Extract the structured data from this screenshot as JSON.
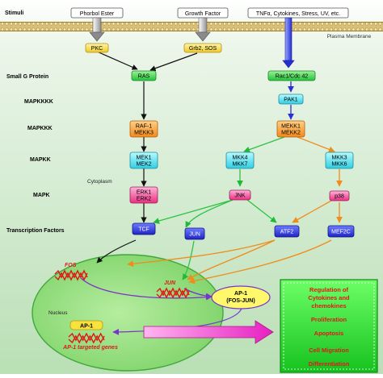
{
  "title": "",
  "membrane_label": "Plasma Membrane",
  "cytoplasm_label": "Cytoplasm",
  "nucleus_label": "Nucleus",
  "rows": {
    "stimuli": "Stimuli",
    "small_g": "Small G Protein",
    "mapkkkk": "MAPKKKK",
    "mapkkk": "MAPKKK",
    "mapkk": "MAPKK",
    "mapk": "MAPK",
    "tf": "Transcription Factors"
  },
  "stimuli": {
    "phorbol": "Phorbol Ester",
    "growth": "Growth Factor",
    "tnf": "TNFα, Cytokines, Stress, UV, etc."
  },
  "nodes": {
    "pkc": [
      "PKC"
    ],
    "grb2": [
      "Grb2, SOS"
    ],
    "ras": [
      "RAS"
    ],
    "rac1": [
      "Rac1/Cdc 42"
    ],
    "pak1": [
      "PAK1"
    ],
    "raf1": [
      "RAF-1",
      "MEKK3"
    ],
    "mekk1": [
      "MEKK1",
      "MEKK2"
    ],
    "mek1": [
      "MEK1",
      "MEK2"
    ],
    "mkk4": [
      "MKK4",
      "MKK7"
    ],
    "mkk3": [
      "MKK3",
      "MKK6"
    ],
    "erk1": [
      "ERK1",
      "ERK2"
    ],
    "jnk": [
      "JNK"
    ],
    "p38": [
      "p38"
    ],
    "tcf": [
      "TCF"
    ],
    "jun": [
      "JUN"
    ],
    "atf2": [
      "ATF2"
    ],
    "mef2c": [
      "MEF2C"
    ]
  },
  "genes": {
    "fos": "FOS",
    "jun": "JUN",
    "ap1": "AP-1",
    "ap1_targets": "AP-1 targeted genes"
  },
  "ap1_complex": [
    "AP-1",
    "(FOS-JUN)"
  ],
  "outcomes": [
    "Regulation of",
    "Cytokines and",
    "chemokines",
    "Proliferation",
    "Apoptosis",
    "Cell Migration",
    "Differentiation"
  ],
  "colors": {
    "background": "#cfe8cc",
    "membrane": "#c8a85a",
    "yellow": "#f7e25a",
    "green": "#36d64b",
    "blue": "#2a2fd8",
    "orange": "#ffa02a",
    "teal": "#52e2f2",
    "pink": "#f94aa4",
    "purple": "#7a33cc",
    "red": "#e01818"
  }
}
